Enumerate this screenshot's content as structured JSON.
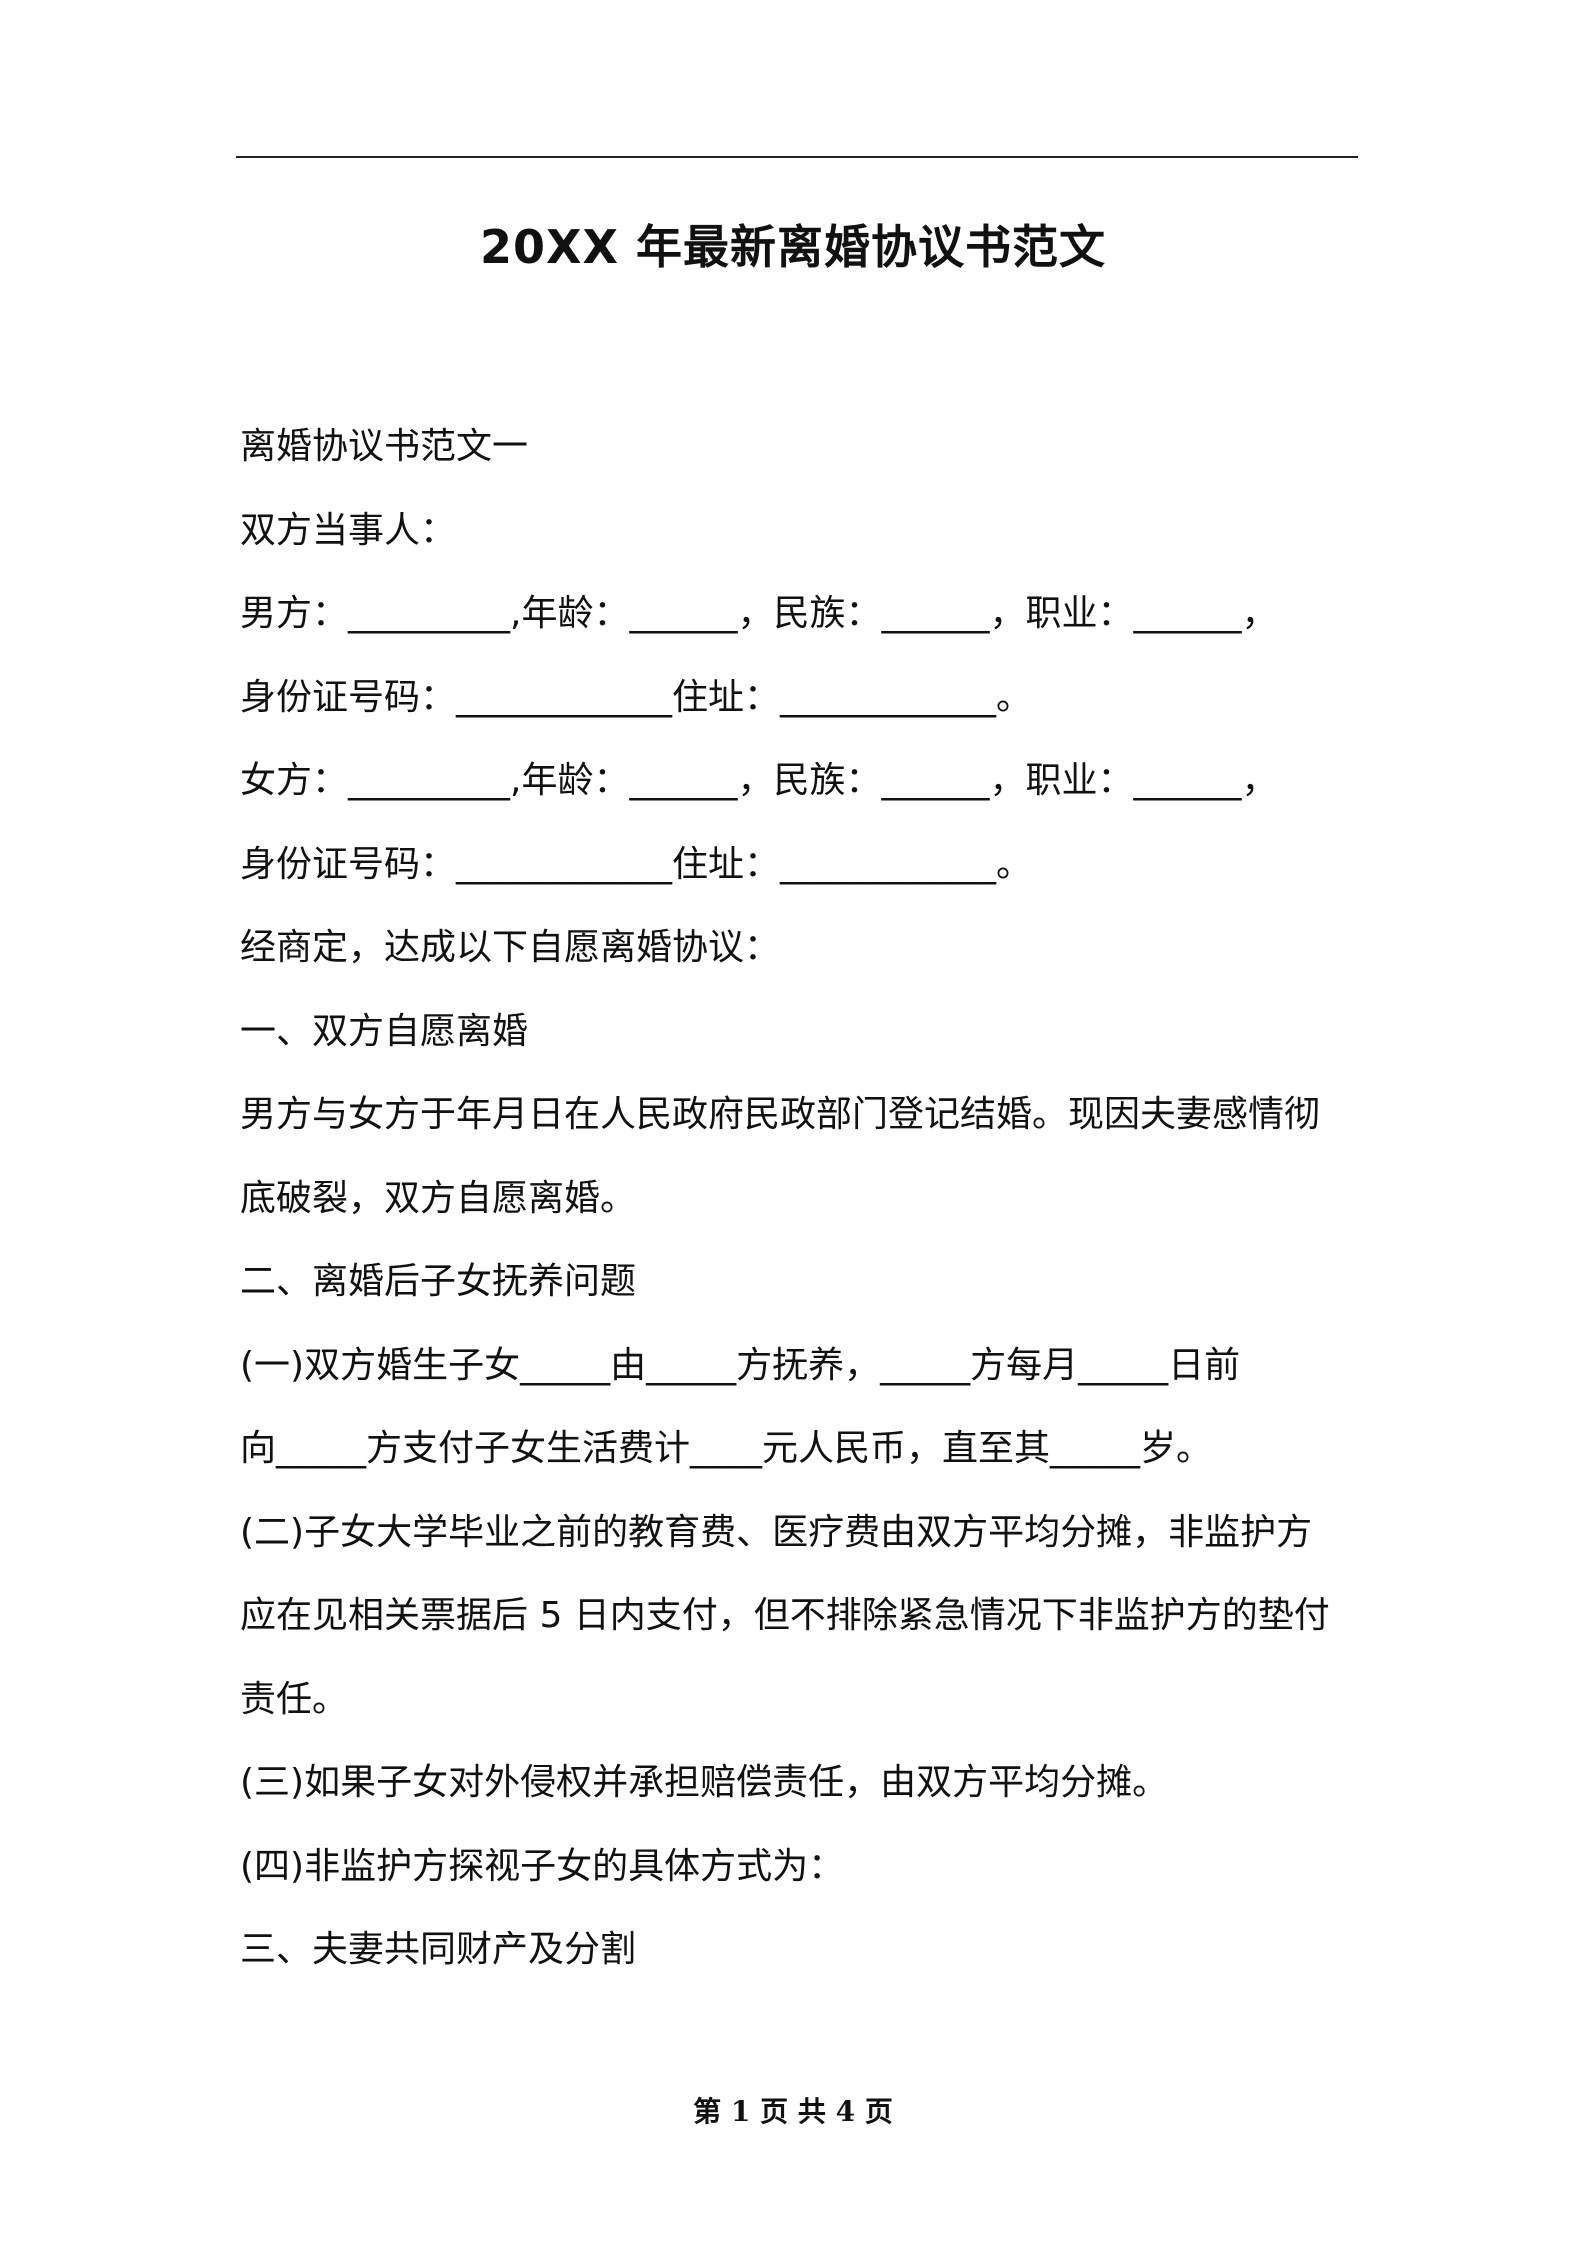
{
  "document": {
    "title": "20XX 年最新离婚协议书范文",
    "lines": [
      "离婚协议书范文一",
      "双方当事人：",
      "男方：_________,年龄：______，民族：______，职业：______，",
      "身份证号码：____________住址：____________。",
      "女方：_________,年龄：______，民族：______，职业：______，",
      "身份证号码：____________住址：____________。",
      "经商定，达成以下自愿离婚协议：",
      "一、双方自愿离婚",
      "男方与女方于年月日在人民政府民政部门登记结婚。现因夫妻感情彻",
      "底破裂，双方自愿离婚。",
      "二、离婚后子女抚养问题",
      "(一)双方婚生子女_____由_____方抚养，_____方每月_____日前",
      "向_____方支付子女生活费计____元人民币，直至其_____岁。",
      "(二)子女大学毕业之前的教育费、医疗费由双方平均分摊，非监护方",
      "应在见相关票据后 5 日内支付，但不排除紧急情况下非监护方的垫付",
      "责任。",
      "(三)如果子女对外侵权并承担赔偿责任，由双方平均分摊。",
      "(四)非监护方探视子女的具体方式为：",
      "三、夫妻共同财产及分割"
    ],
    "footer": "第 1 页 共 4 页"
  }
}
